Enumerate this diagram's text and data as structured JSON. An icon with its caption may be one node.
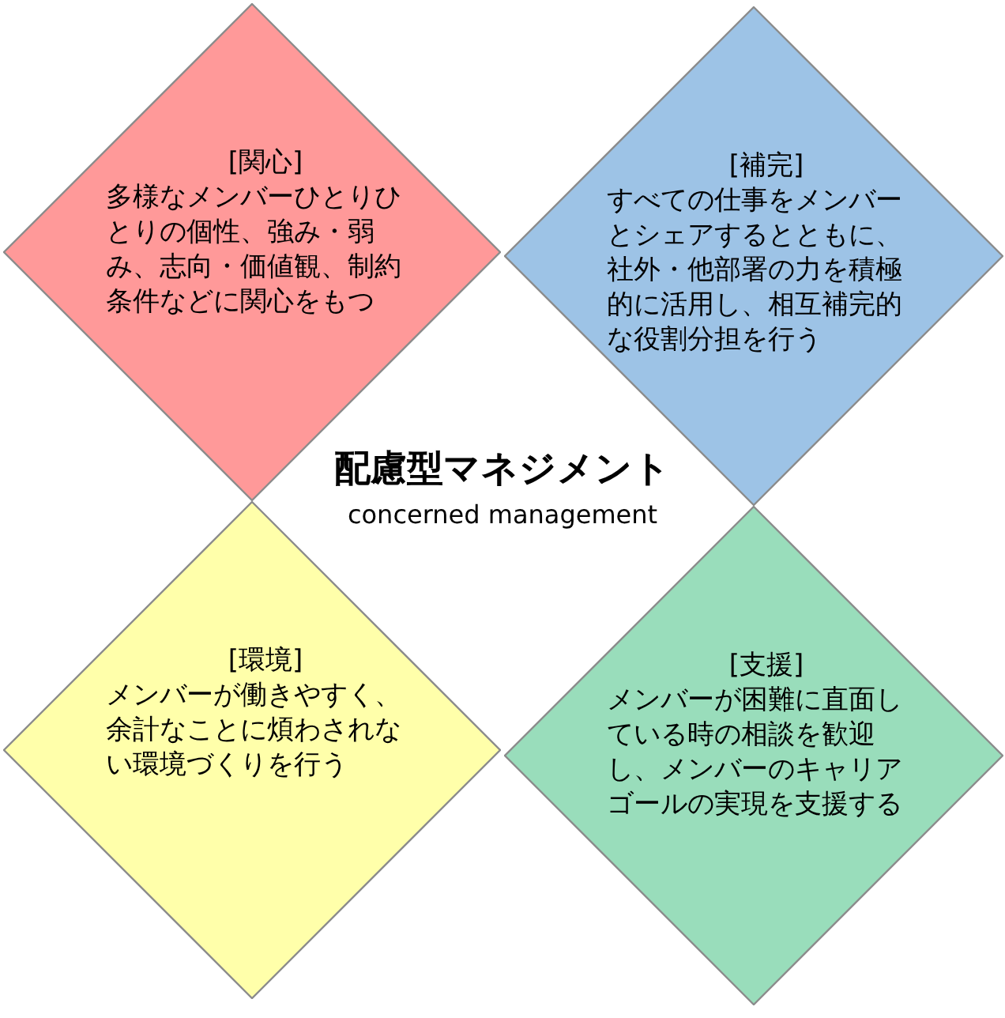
{
  "diagram": {
    "title": "配慮型マネジメント",
    "nodes": [
      {
        "text": [
          "[関心]",
          "多様なメンバーひとりひとりの個性、強み・弱み、志向・価値観、制約条件などに関心をもつ"
        ]
      },
      {
        "text": [
          "[補完]",
          "すべての仕事をメンバーとシェアするとともに、社外・他部署の力を積極的に活用し、相互補完的な役割分担を行う"
        ]
      },
      {
        "text": [
          "[環境]",
          "メンバーが働きやすく、余計なことに煩わされない環境づくりを行う"
        ]
      },
      {
        "text": [
          "[支援]",
          "メンバーが困難に直面している時の相談を歓迎し、メンバーのキャリアゴールの実現を支援する"
        ]
      }
    ],
    "labels": [
      "concerned management"
    ]
  }
}
